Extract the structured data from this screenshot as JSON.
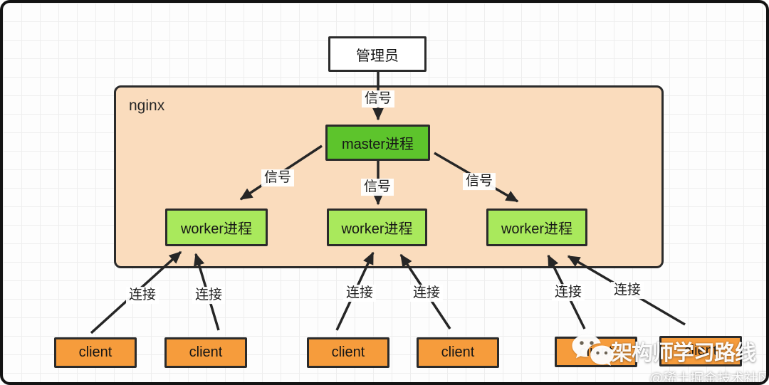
{
  "diagram": {
    "admin": {
      "label": "管理员"
    },
    "container": {
      "label": "nginx"
    },
    "master": {
      "label": "master进程"
    },
    "workers": [
      {
        "label": "worker进程"
      },
      {
        "label": "worker进程"
      },
      {
        "label": "worker进程"
      }
    ],
    "clients": [
      {
        "label": "client"
      },
      {
        "label": "client"
      },
      {
        "label": "client"
      },
      {
        "label": "client"
      },
      {
        "label": "client"
      },
      {
        "label": "client"
      }
    ],
    "signal_labels": [
      "信号",
      "信号",
      "信号",
      "信号"
    ],
    "connection_labels": [
      "连接",
      "连接",
      "连接",
      "连接",
      "连接",
      "连接"
    ]
  },
  "watermark": {
    "brand": "架构师学习路线",
    "credit": "@稀土掘金技术社区"
  },
  "colors": {
    "container_fill": "#fadcbd",
    "master_fill": "#5dc42c",
    "worker_fill": "#a9e95c",
    "client_fill": "#f69c3c",
    "admin_fill": "#ffffff",
    "stroke": "#2b2b2b"
  }
}
